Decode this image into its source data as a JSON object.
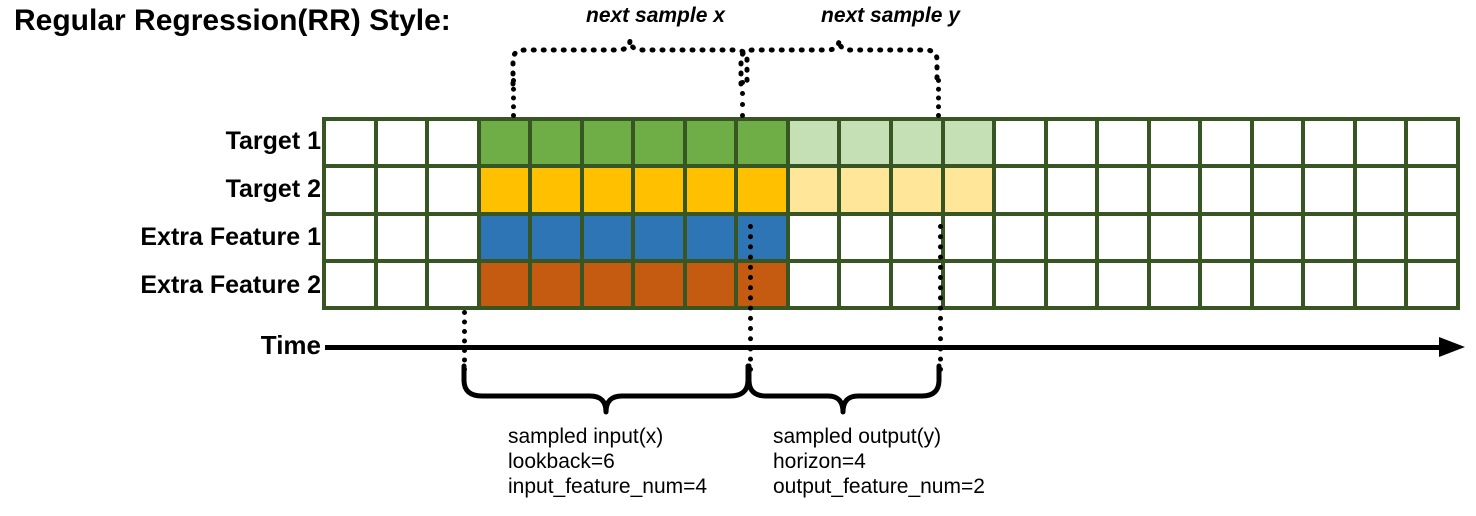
{
  "title": "Regular Regression(RR) Style:",
  "row_labels": [
    "Target 1",
    "Target 2",
    "Extra Feature 1",
    "Extra Feature 2"
  ],
  "axis_label": "Time",
  "top_annotations": {
    "input_brace_label": "next sample x",
    "output_brace_label": "next sample y"
  },
  "bottom_annotations": {
    "input": {
      "line1": "sampled input(x)",
      "line2": "lookback=6",
      "line3": "input_feature_num=4"
    },
    "output": {
      "line1": "sampled output(y)",
      "line2": "horizon=4",
      "line3": "output_feature_num=2"
    }
  },
  "colors": {
    "grid_border": "#375623",
    "target1_input": "#6FAD46",
    "target1_output": "#C5E0B4",
    "target2_input": "#FFC000",
    "target2_output": "#FFE699",
    "extra1_input": "#2E75B6",
    "extra2_input": "#C55A11",
    "empty": "#FFFFFF",
    "line": "#000000"
  },
  "grid": {
    "columns": 22,
    "rows": 4,
    "input_start_col": 4,
    "input_end_col": 9,
    "output_start_col": 10,
    "output_end_col": 13,
    "cells": [
      [
        "#FFFFFF",
        "#FFFFFF",
        "#FFFFFF",
        "#6FAD46",
        "#6FAD46",
        "#6FAD46",
        "#6FAD46",
        "#6FAD46",
        "#6FAD46",
        "#C5E0B4",
        "#C5E0B4",
        "#C5E0B4",
        "#C5E0B4",
        "#FFFFFF",
        "#FFFFFF",
        "#FFFFFF",
        "#FFFFFF",
        "#FFFFFF",
        "#FFFFFF",
        "#FFFFFF",
        "#FFFFFF",
        "#FFFFFF"
      ],
      [
        "#FFFFFF",
        "#FFFFFF",
        "#FFFFFF",
        "#FFC000",
        "#FFC000",
        "#FFC000",
        "#FFC000",
        "#FFC000",
        "#FFC000",
        "#FFE699",
        "#FFE699",
        "#FFE699",
        "#FFE699",
        "#FFFFFF",
        "#FFFFFF",
        "#FFFFFF",
        "#FFFFFF",
        "#FFFFFF",
        "#FFFFFF",
        "#FFFFFF",
        "#FFFFFF",
        "#FFFFFF"
      ],
      [
        "#FFFFFF",
        "#FFFFFF",
        "#FFFFFF",
        "#2E75B6",
        "#2E75B6",
        "#2E75B6",
        "#2E75B6",
        "#2E75B6",
        "#2E75B6",
        "#FFFFFF",
        "#FFFFFF",
        "#FFFFFF",
        "#FFFFFF",
        "#FFFFFF",
        "#FFFFFF",
        "#FFFFFF",
        "#FFFFFF",
        "#FFFFFF",
        "#FFFFFF",
        "#FFFFFF",
        "#FFFFFF",
        "#FFFFFF"
      ],
      [
        "#FFFFFF",
        "#FFFFFF",
        "#FFFFFF",
        "#C55A11",
        "#C55A11",
        "#C55A11",
        "#C55A11",
        "#C55A11",
        "#C55A11",
        "#FFFFFF",
        "#FFFFFF",
        "#FFFFFF",
        "#FFFFFF",
        "#FFFFFF",
        "#FFFFFF",
        "#FFFFFF",
        "#FFFFFF",
        "#FFFFFF",
        "#FFFFFF",
        "#FFFFFF",
        "#FFFFFF",
        "#FFFFFF"
      ]
    ]
  },
  "chart_data": {
    "type": "table",
    "title": "Regular Regression(RR) Style:",
    "categories": [
      "Target 1",
      "Target 2",
      "Extra Feature 1",
      "Extra Feature 2"
    ],
    "timesteps": 22,
    "input_window": {
      "start": 4,
      "end": 9,
      "length": 6,
      "feature_num": 4
    },
    "output_window": {
      "start": 10,
      "end": 13,
      "length": 4,
      "feature_num": 2
    },
    "xlabel": "Time",
    "ylabel": "",
    "legend": [
      "next sample x",
      "next sample y",
      "sampled input(x)",
      "sampled output(y)"
    ]
  }
}
